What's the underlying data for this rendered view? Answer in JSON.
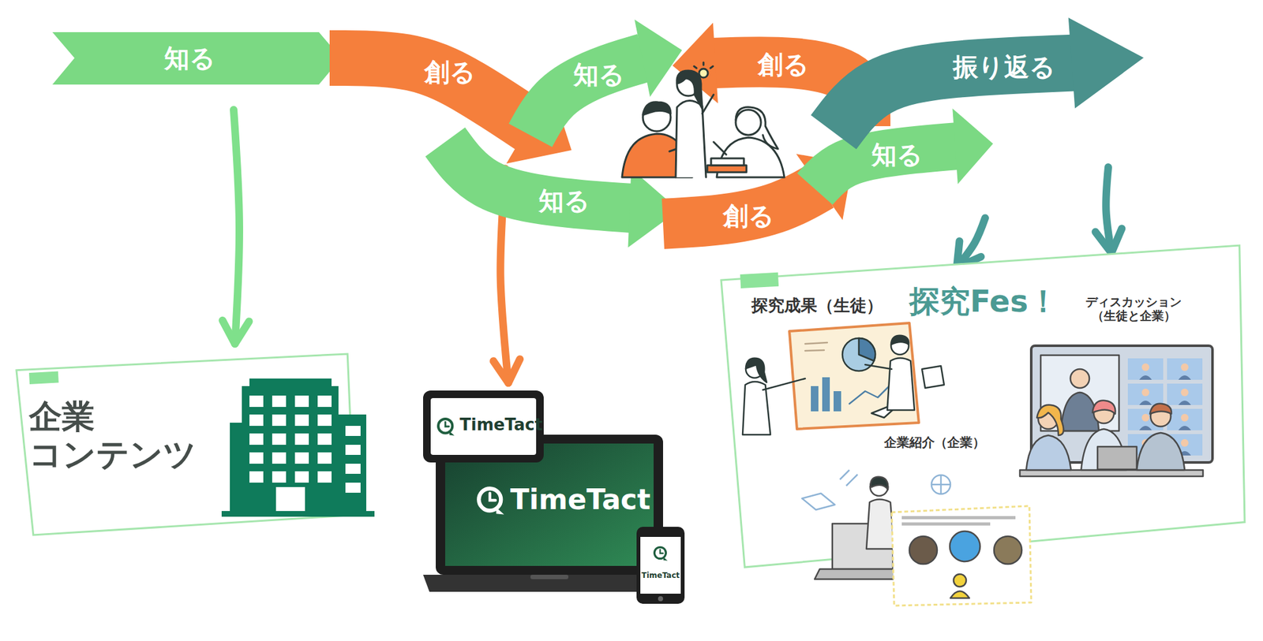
{
  "diagram": {
    "nodes": [
      {
        "text": [
          "知る"
        ]
      },
      {
        "text": [
          "創る"
        ]
      },
      {
        "text": [
          "知る"
        ]
      },
      {
        "text": [
          "創る"
        ]
      },
      {
        "text": [
          "知る"
        ]
      },
      {
        "text": [
          "創る"
        ]
      },
      {
        "text": [
          "知る"
        ]
      },
      {
        "text": [
          "振り返る"
        ]
      },
      {
        "text": [
          "企業 コンテンツ"
        ]
      },
      {
        "text": [
          "TimeTact"
        ]
      },
      {
        "text": [
          "TimeTact"
        ]
      },
      {
        "text": [
          "TimeTact"
        ]
      },
      {
        "text": [
          "探究成果（生徒）",
          "探究Fes！",
          "ディスカッション （生徒と企業）",
          "企業紹介（企業）"
        ]
      }
    ],
    "edges": [
      {
        "from": 0,
        "to": 8,
        "arrow": "to"
      },
      {
        "from": 1,
        "to": 9,
        "arrow": "to"
      },
      {
        "from": 6,
        "to": 12,
        "arrow": "to"
      },
      {
        "from": 7,
        "to": 12,
        "arrow": "to"
      }
    ]
  }
}
